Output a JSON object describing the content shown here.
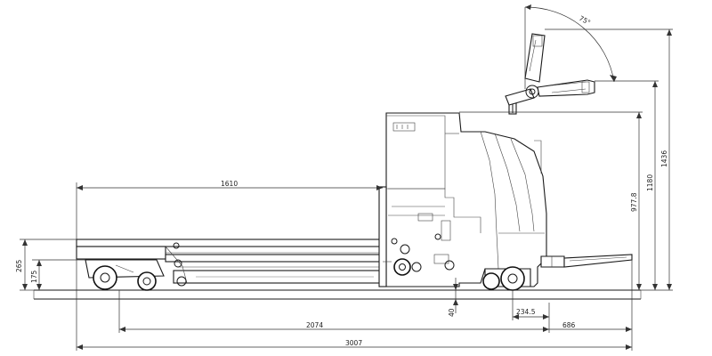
{
  "dimensions": {
    "fork_length": "1610",
    "wheelbase": "2074",
    "overall_length": "3007",
    "front_overhang": "686",
    "drive_wheel_offset": "234.5",
    "ground_clearance": "40",
    "fork_height": "265",
    "fork_bottom_height": "175",
    "chassis_height": "977.8",
    "tiller_pivot_height": "1180",
    "tiller_max_height": "1436",
    "tiller_angle": "75°"
  }
}
